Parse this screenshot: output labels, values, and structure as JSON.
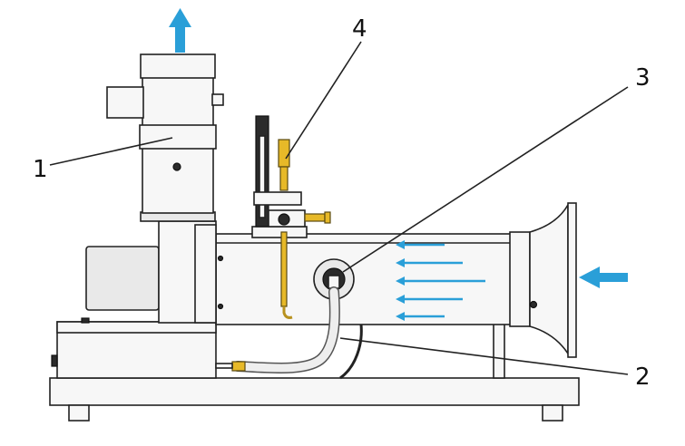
{
  "diagram": {
    "labels": {
      "part1": "1",
      "part2": "2",
      "part3": "3",
      "part4": "4"
    },
    "colors": {
      "airflow": "#2a9fd8",
      "brass": "#e7b928",
      "body": "#e9e9e9",
      "outline": "#222222"
    },
    "icons": {
      "exhaust": "up-arrow-icon",
      "intake": "left-arrow-icon"
    }
  }
}
